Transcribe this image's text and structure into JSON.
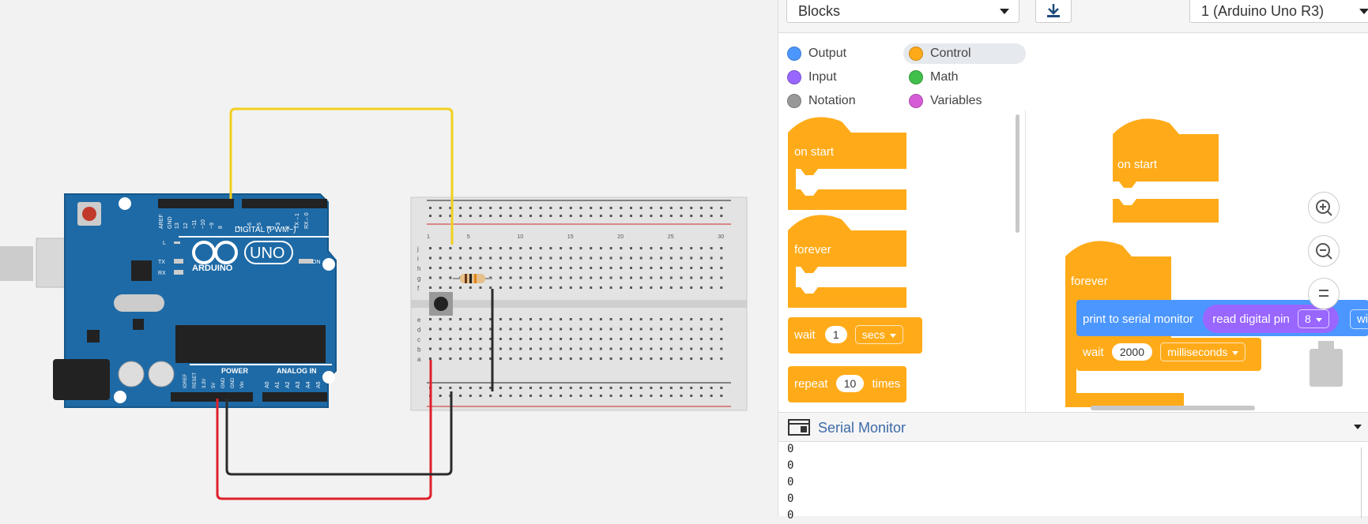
{
  "toolbar": {
    "code_mode": "Blocks",
    "device": "1 (Arduino Uno R3)",
    "download_icon": "download-icon"
  },
  "categories": [
    {
      "label": "Output",
      "color": "#4c97ff"
    },
    {
      "label": "Control",
      "color": "#ffab19"
    },
    {
      "label": "Input",
      "color": "#9966ff"
    },
    {
      "label": "Math",
      "color": "#40bf4a"
    },
    {
      "label": "Notation",
      "color": "#999999"
    },
    {
      "label": "Variables",
      "color": "#d65cd6"
    }
  ],
  "palette": {
    "on_start": "on start",
    "forever": "forever",
    "wait_label": "wait",
    "wait_value": "1",
    "wait_unit": "secs",
    "repeat_label": "repeat",
    "repeat_value": "10",
    "repeat_suffix": "times"
  },
  "workspace": {
    "on_start": "on start",
    "forever": "forever",
    "print_label": "print to serial monitor",
    "read_label": "read digital pin",
    "pin_value": "8",
    "with_label": "with",
    "wait_label": "wait",
    "wait_value": "2000",
    "wait_unit": "milliseconds"
  },
  "serial": {
    "title": "Serial Monitor",
    "lines": [
      "0",
      "0",
      "0",
      "0",
      "0"
    ]
  },
  "circuit": {
    "board_brand": "ARDUINO",
    "board_model": "UNO",
    "digital_label": "DIGITAL (PWM~)",
    "power_label": "POWER",
    "analog_label": "ANALOG IN",
    "on_label": "ON",
    "tx_label": "TX",
    "rx_label": "RX",
    "l_label": "L",
    "aref_label": "AREF",
    "gnd_label": "GND",
    "top_pins": [
      "13",
      "12",
      "~11",
      "~10",
      "~9",
      "8",
      "7",
      "~6",
      "~5",
      "4",
      "~3",
      "2",
      "TX→1",
      "RX←0"
    ],
    "power_pins": [
      "IOREF",
      "RESET",
      "3.3V",
      "5V",
      "GND",
      "GND",
      "Vin"
    ],
    "analog_pins": [
      "A0",
      "A1",
      "A2",
      "A3",
      "A4",
      "A5"
    ],
    "breadboard_rows_top": [
      "j",
      "i",
      "h",
      "g",
      "f"
    ],
    "breadboard_rows_bottom": [
      "e",
      "d",
      "c",
      "b",
      "a"
    ],
    "breadboard_columns": [
      "1",
      "5",
      "10",
      "15",
      "20",
      "25",
      "30"
    ],
    "wire_colors": {
      "yellow": "#f2cf1f",
      "red": "#e0202a",
      "black": "#2b2b2b"
    }
  }
}
